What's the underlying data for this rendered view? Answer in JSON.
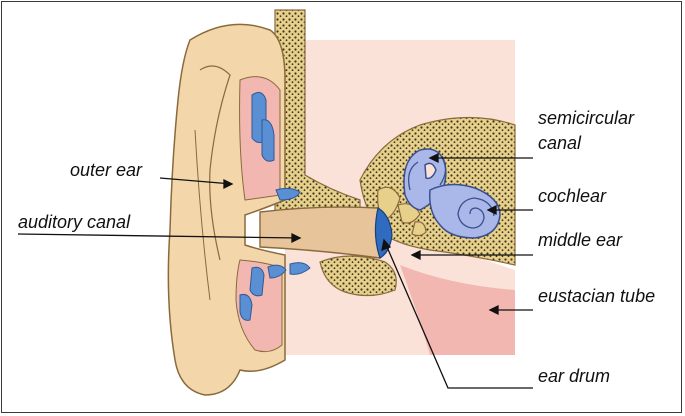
{
  "colors": {
    "outer_ear": "#f3d6aa",
    "outer_ear_outline": "#8a6a3c",
    "canal_pink": "#f2b7b0",
    "tissue_light": "#fbe2d8",
    "bone": "#e6d08a",
    "bone_dots": "#3f3320",
    "fluid_blue": "#5b8fd3",
    "inner_ear": "#a9b8e8",
    "inner_ear_outline": "#3a4f8e",
    "leader_line": "#111111"
  },
  "labels": {
    "outer_ear": "outer ear",
    "auditory_canal": "auditory canal",
    "semicircular_line1": "semicircular",
    "semicircular_line2": "canal",
    "cochlear": "cochlear",
    "middle_ear": "middle ear",
    "eustacian_tube": "eustacian tube",
    "ear_drum": "ear drum"
  }
}
